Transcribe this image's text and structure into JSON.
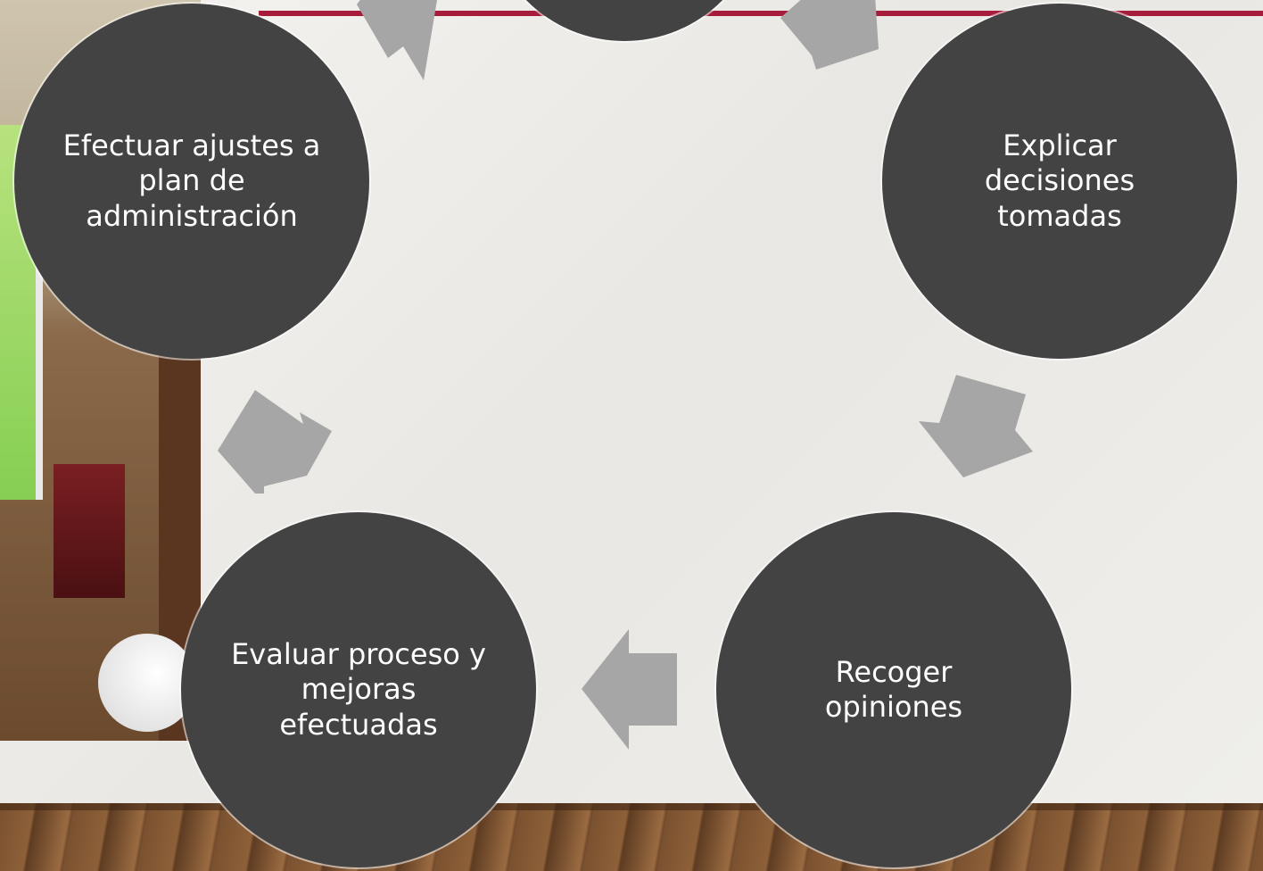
{
  "diagram": {
    "nodes": [
      {
        "id": "top",
        "label": ""
      },
      {
        "id": "ajustes",
        "label": "Efectuar ajustes a\nplan de\nadministración"
      },
      {
        "id": "explicar",
        "label": "Explicar\ndecisiones\ntomadas"
      },
      {
        "id": "recoger",
        "label": "Recoger\nopiniones"
      },
      {
        "id": "evaluar",
        "label": "Evaluar proceso y\nmejoras\nefectuadas"
      }
    ],
    "flow": [
      "top",
      "explicar",
      "recoger",
      "evaluar",
      "ajustes",
      "top"
    ],
    "node_color": "#434343",
    "arrow_color": "#a6a6a6",
    "accent_line_color": "#a51d3a"
  }
}
